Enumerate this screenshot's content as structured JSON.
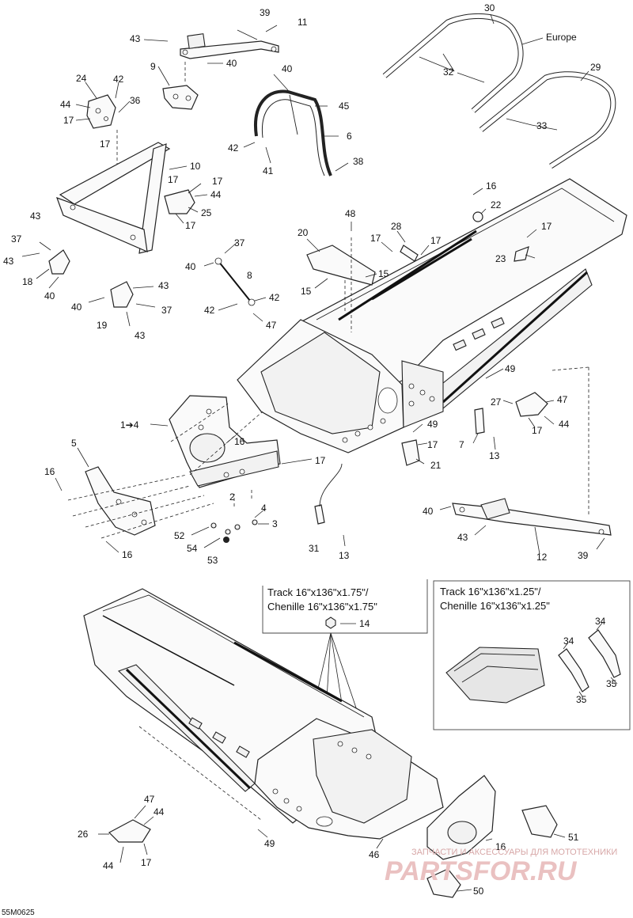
{
  "diagram": {
    "code": "55M0625",
    "region_label": "Europe",
    "callouts": [
      "1",
      "2",
      "3",
      "4",
      "5",
      "6",
      "7",
      "8",
      "9",
      "10",
      "11",
      "12",
      "13",
      "14",
      "15",
      "16",
      "17",
      "18",
      "19",
      "20",
      "21",
      "22",
      "23",
      "24",
      "25",
      "26",
      "27",
      "28",
      "29",
      "30",
      "31",
      "32",
      "33",
      "34",
      "35",
      "36",
      "37",
      "38",
      "39",
      "40",
      "41",
      "42",
      "43",
      "44",
      "45",
      "46",
      "47",
      "48",
      "49",
      "50",
      "51",
      "52",
      "53",
      "54"
    ],
    "inset_track_175": {
      "line1": "Track 16\"x136\"x1.75\"/",
      "line2": "Chenille 16\"x136\"x1.75\"",
      "part": "14"
    },
    "inset_track_125": {
      "line1": "Track 16\"x136\"x1.25\"/",
      "line2": "Chenille 16\"x136\"x1.25\"",
      "parts": [
        "34",
        "35"
      ]
    },
    "watermark": {
      "line1": "ЗАПЧАСТИ И АКСЕССУАРЫ ДЛЯ МОТОТЕХНИКИ",
      "line2": "PARTSFOR.RU"
    }
  }
}
